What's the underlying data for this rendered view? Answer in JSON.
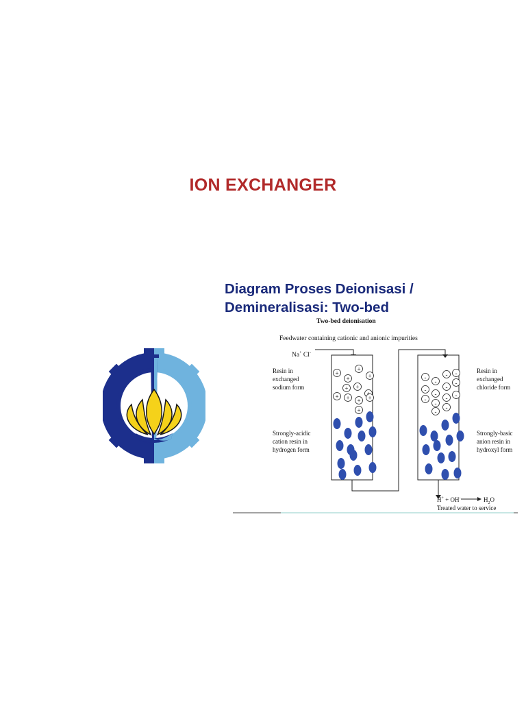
{
  "slide": {
    "title": "ION EXCHANGER",
    "diagram_heading_line1": "Diagram Proses Deionisasi /",
    "diagram_heading_line2": "Demineralisasi: Two-bed"
  },
  "logo": {
    "description": "institution gear logo"
  },
  "diagram": {
    "subtitle": "Two-bed deionisation",
    "feedwater_label": "Feedwater containing cationic and anionic impurities",
    "inlet_ions": "Na",
    "inlet_ions_sup": "+",
    "inlet_ions_2": " Cl",
    "inlet_ions_2_sup": "-",
    "left_top_label": [
      "Resin in",
      "exchanged",
      "sodium form"
    ],
    "left_bottom_label": [
      "Strongly-acidic",
      "cation resin in",
      "hydrogen form"
    ],
    "right_top_label": [
      "Resin in",
      "exchanged",
      "chloride form"
    ],
    "right_bottom_label": [
      "Strongly-basic",
      "anion resin in",
      "hydroxyl form"
    ],
    "output_equation_left": "H",
    "output_equation_plus": "+",
    "output_equation_mid": " + OH",
    "output_equation_minus": "-",
    "output_equation_right": "H",
    "output_equation_sub": "2",
    "output_equation_end": "O",
    "output_label": "Treated water to service",
    "cation_symbol": "+",
    "anion_symbol": "-"
  },
  "colors": {
    "title": "#b12a2a",
    "heading": "#1a2a7a",
    "resin_bead": "#2f4fae",
    "logo_dark_blue": "#1c2f8c",
    "logo_light_blue": "#6fb3de",
    "logo_yellow": "#f5d21a"
  }
}
